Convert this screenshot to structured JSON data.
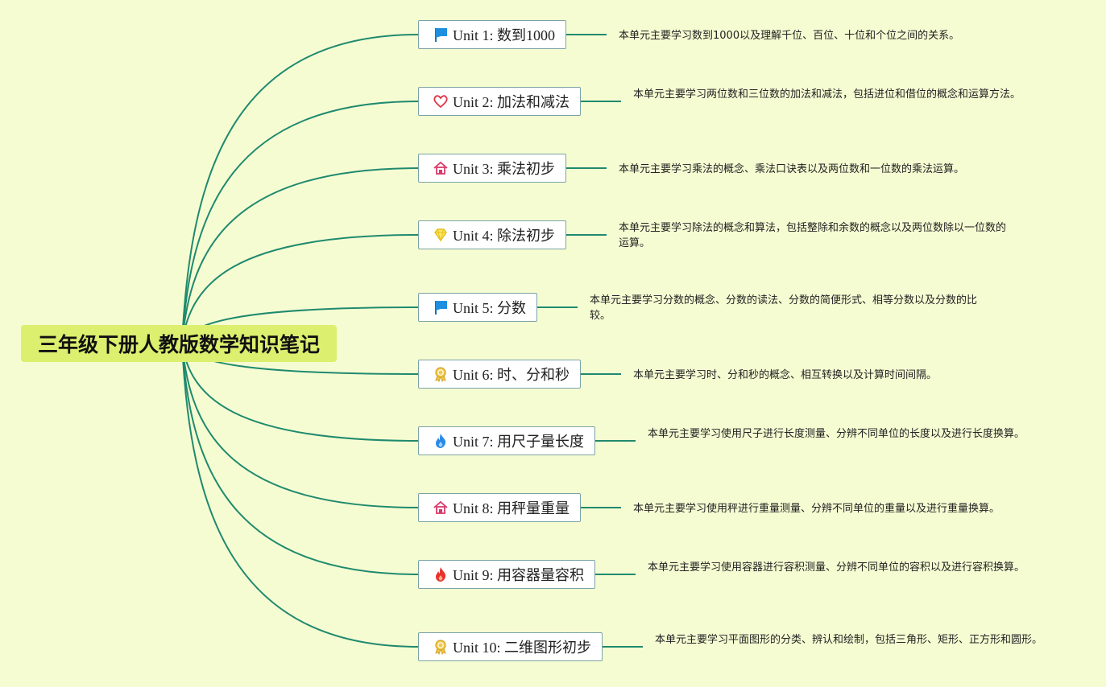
{
  "root": {
    "title": "三年级下册人教版数学知识笔记"
  },
  "units": [
    {
      "label": "Unit 1: 数到1000",
      "icon": "flag-icon",
      "description": "本单元主要学习数到1000以及理解千位、百位、十位和个位之间的关系。"
    },
    {
      "label": "Unit 2: 加法和减法",
      "icon": "heart-icon",
      "description": "本单元主要学习两位数和三位数的加法和减法，包括进位和借位的概念和运算方法。"
    },
    {
      "label": "Unit 3: 乘法初步",
      "icon": "home-icon",
      "description": "本单元主要学习乘法的概念、乘法口诀表以及两位数和一位数的乘法运算。"
    },
    {
      "label": "Unit 4: 除法初步",
      "icon": "diamond-icon",
      "description": "本单元主要学习除法的概念和算法，包括整除和余数的概念以及两位数除以一位数的运算。"
    },
    {
      "label": "Unit 5: 分数",
      "icon": "flag-icon",
      "description": "本单元主要学习分数的概念、分数的读法、分数的简便形式、相等分数以及分数的比较。"
    },
    {
      "label": "Unit 6: 时、分和秒",
      "icon": "award-icon",
      "description": "本单元主要学习时、分和秒的概念、相互转换以及计算时间间隔。"
    },
    {
      "label": "Unit 7: 用尺子量长度",
      "icon": "flame-blue-icon",
      "description": "本单元主要学习使用尺子进行长度测量、分辨不同单位的长度以及进行长度换算。"
    },
    {
      "label": "Unit 8: 用秤量重量",
      "icon": "home-icon",
      "description": "本单元主要学习使用秤进行重量测量、分辨不同单位的重量以及进行重量换算。"
    },
    {
      "label": "Unit 9: 用容器量容积",
      "icon": "flame-red-icon",
      "description": "本单元主要学习使用容器进行容积测量、分辨不同单位的容积以及进行容积换算。"
    },
    {
      "label": "Unit 10: 二维图形初步",
      "icon": "award-icon",
      "description": "本单元主要学习平面图形的分类、辨认和绘制，包括三角形、矩形、正方形和圆形。"
    }
  ],
  "colors": {
    "edge": "#1f8a6e",
    "background": "#f6fcd2",
    "root": "#dcef6e",
    "node_border": "#7aa3a5"
  }
}
